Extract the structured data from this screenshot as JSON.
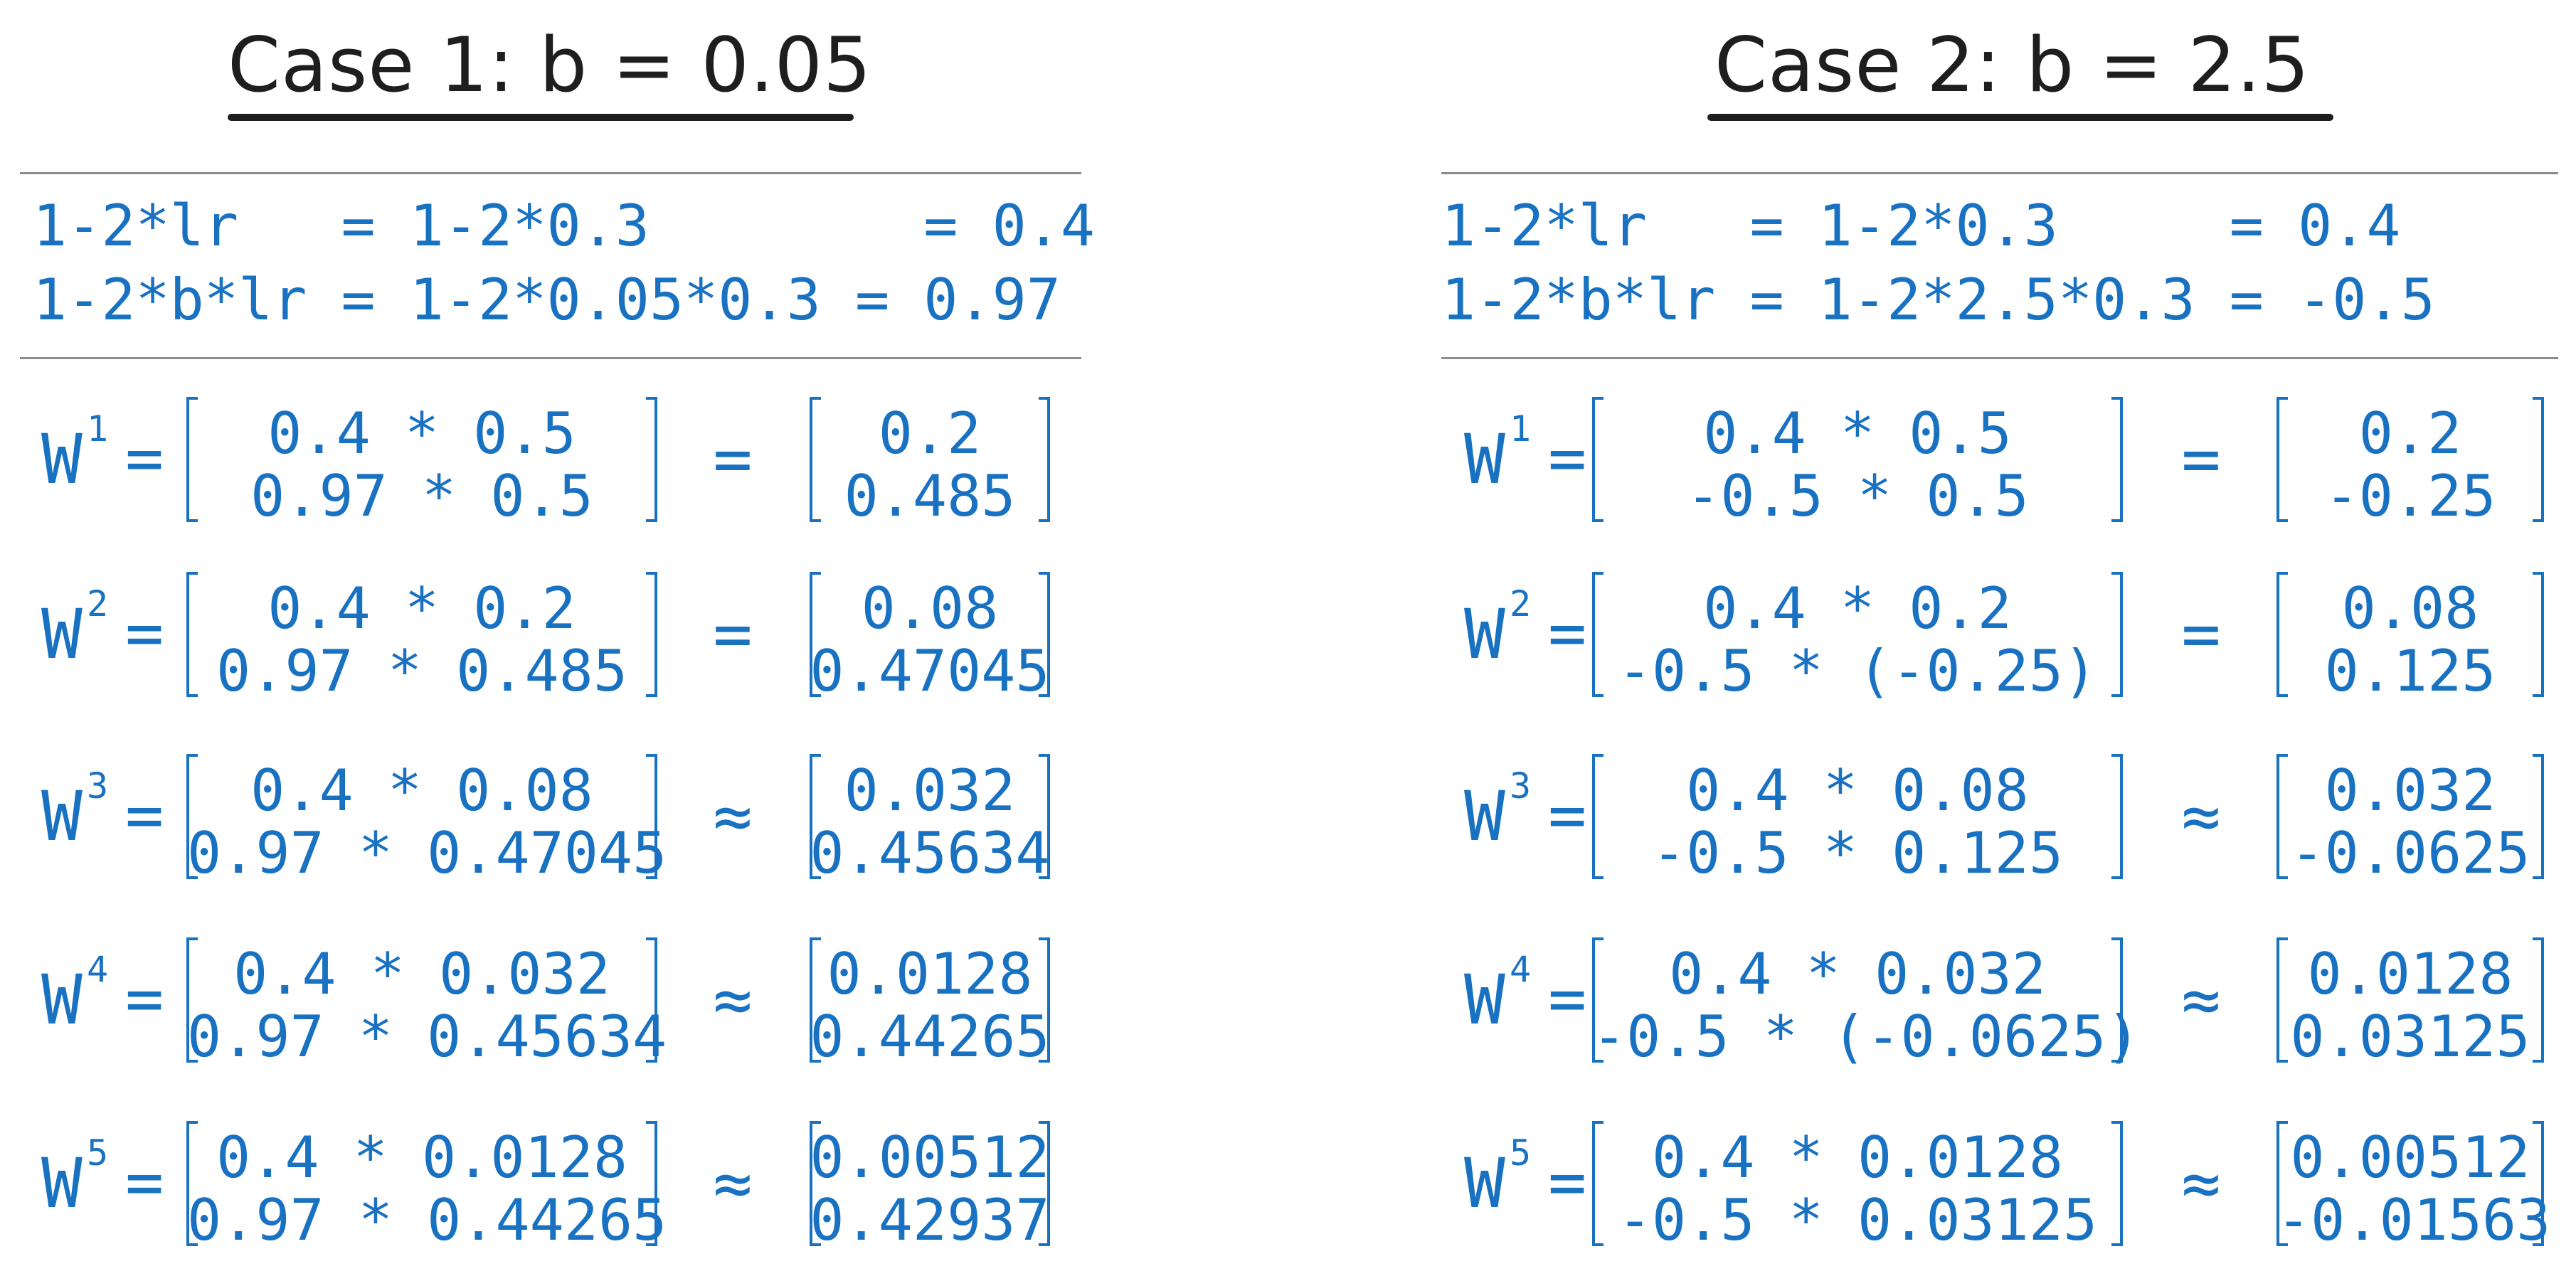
{
  "cases": [
    {
      "title": "Case 1: b = 0.05",
      "factor_lines": [
        "1-2*lr   = 1-2*0.3        = 0.4",
        "1-2*b*lr = 1-2*0.05*0.3 = 0.97"
      ],
      "steps": [
        {
          "w": "W",
          "sup": "1",
          "eq": "=",
          "expr": [
            "0.4 * 0.5",
            "0.97 * 0.5"
          ],
          "rel": "=",
          "result": [
            "0.2",
            "0.485"
          ]
        },
        {
          "w": "W",
          "sup": "2",
          "eq": "=",
          "expr": [
            "0.4 * 0.2",
            "0.97 * 0.485"
          ],
          "rel": "=",
          "result": [
            "0.08",
            "0.47045"
          ]
        },
        {
          "w": "W",
          "sup": "3",
          "eq": "=",
          "expr": [
            "0.4 * 0.08",
            "0.97 * 0.47045"
          ],
          "rel": "≈",
          "result": [
            "0.032",
            "0.45634"
          ]
        },
        {
          "w": "W",
          "sup": "4",
          "eq": "=",
          "expr": [
            "0.4 * 0.032",
            "0.97 * 0.45634"
          ],
          "rel": "≈",
          "result": [
            "0.0128",
            "0.44265"
          ]
        },
        {
          "w": "W",
          "sup": "5",
          "eq": "=",
          "expr": [
            "0.4 * 0.0128",
            "0.97 * 0.44265"
          ],
          "rel": "≈",
          "result": [
            "0.00512",
            "0.42937"
          ]
        }
      ]
    },
    {
      "title": "Case 2: b = 2.5",
      "factor_lines": [
        "1-2*lr   = 1-2*0.3     = 0.4",
        "1-2*b*lr = 1-2*2.5*0.3 = -0.5"
      ],
      "steps": [
        {
          "w": "W",
          "sup": "1",
          "eq": "=",
          "expr": [
            "0.4 * 0.5",
            "-0.5 * 0.5"
          ],
          "rel": "=",
          "result": [
            "0.2",
            "-0.25"
          ]
        },
        {
          "w": "W",
          "sup": "2",
          "eq": "=",
          "expr": [
            "0.4 * 0.2",
            "-0.5 * (-0.25)"
          ],
          "rel": "=",
          "result": [
            "0.08",
            "0.125"
          ]
        },
        {
          "w": "W",
          "sup": "3",
          "eq": "=",
          "expr": [
            "0.4 * 0.08",
            "-0.5 * 0.125"
          ],
          "rel": "≈",
          "result": [
            "0.032",
            "-0.0625"
          ]
        },
        {
          "w": "W",
          "sup": "4",
          "eq": "=",
          "expr": [
            "0.4 * 0.032",
            "-0.5 * (-0.0625)"
          ],
          "rel": "≈",
          "result": [
            "0.0128",
            "0.03125"
          ]
        },
        {
          "w": "W",
          "sup": "5",
          "eq": "=",
          "expr": [
            "0.4 * 0.0128",
            "-0.5 * 0.03125"
          ],
          "rel": "≈",
          "result": [
            "0.00512",
            "-0.01563"
          ]
        }
      ]
    }
  ]
}
